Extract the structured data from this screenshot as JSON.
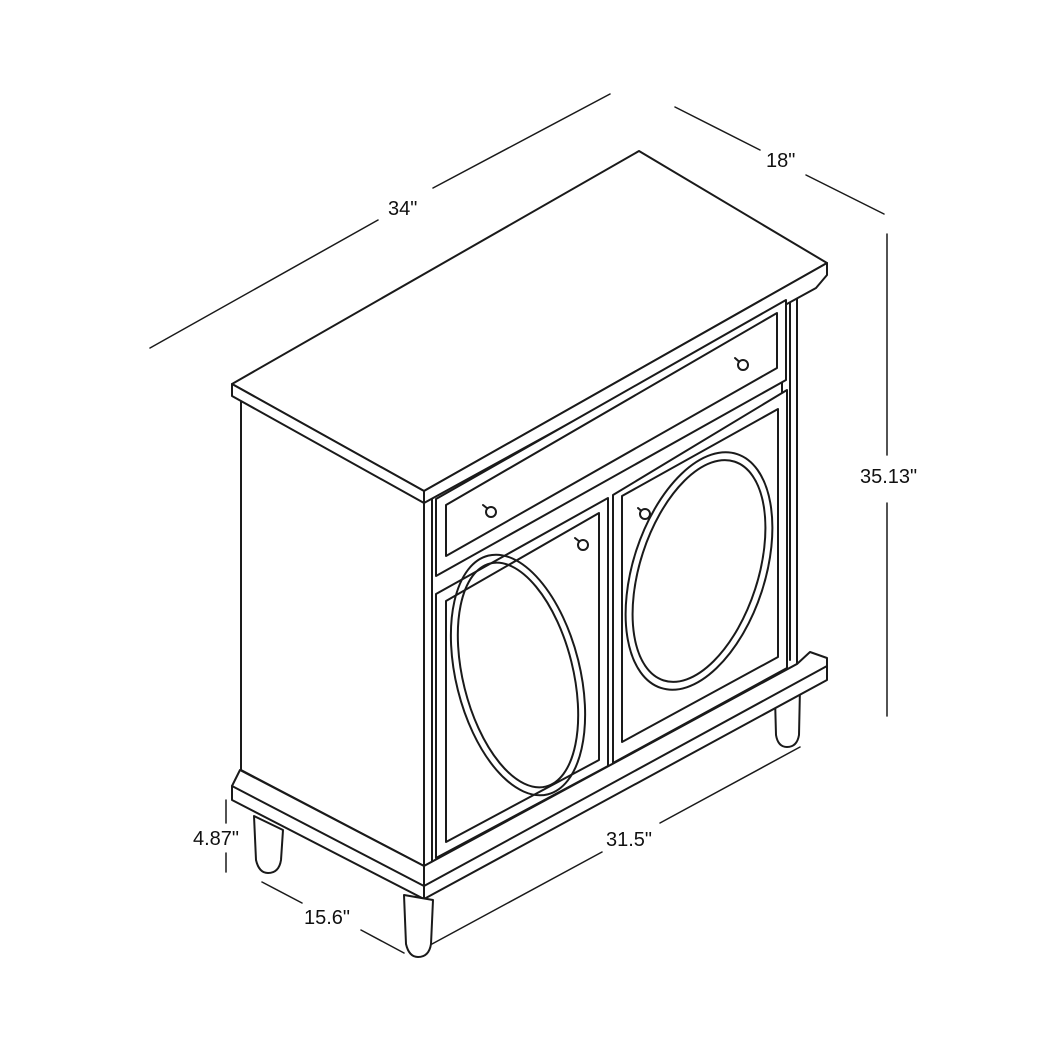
{
  "dimensions": {
    "width": "34\"",
    "depth": "18\"",
    "height": "35.13\"",
    "leg_height": "4.87\"",
    "leg_depth": "15.6\"",
    "leg_width": "31.5\""
  },
  "colors": {
    "line": "#1a1a1a",
    "background": "#ffffff"
  }
}
